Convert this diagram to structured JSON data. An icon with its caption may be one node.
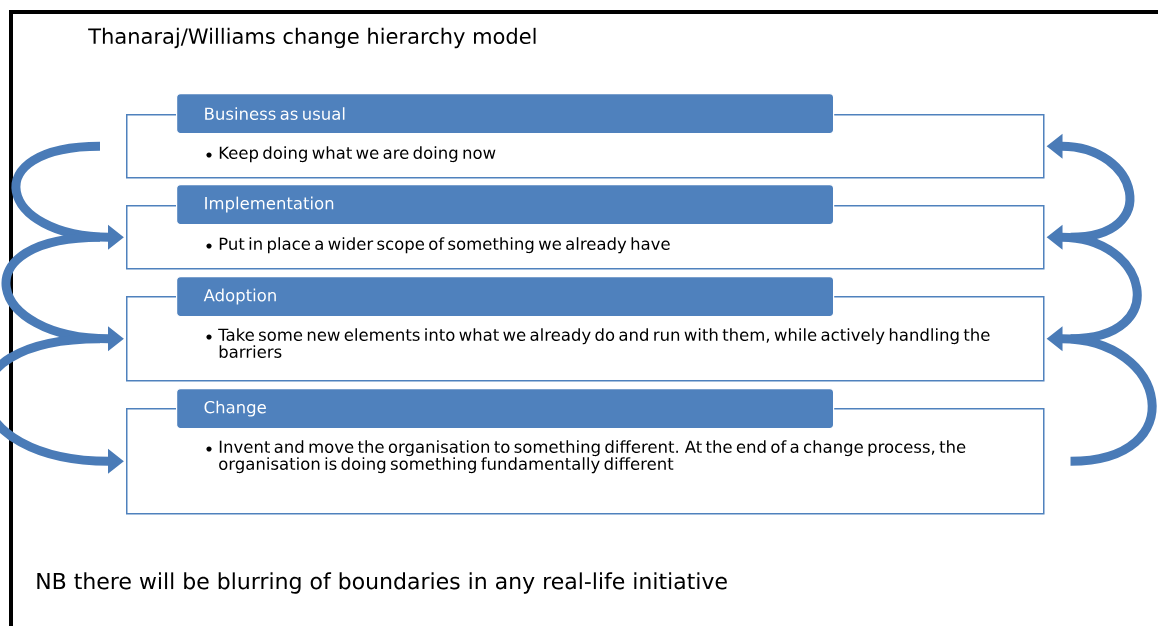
{
  "diagram": {
    "title": "Thanaraj/Williams change hierarchy model",
    "nodes": [
      {
        "text": [
          "Business as usual"
        ]
      },
      {
        "text": [
          "Keep doing what we are doing now"
        ]
      },
      {
        "text": [
          "Implementation"
        ]
      },
      {
        "text": [
          "Put in place a wider scope of something we already have"
        ]
      },
      {
        "text": [
          "Adoption"
        ]
      },
      {
        "text": [
          "Take some new elements into what we already do and run with them, while actively handling the barriers"
        ]
      },
      {
        "text": [
          "Change"
        ]
      },
      {
        "text": [
          "Invent and move the organisation to something different. At the end of a change process, the organisation is doing something fundamentally different"
        ]
      }
    ],
    "edges": [
      {
        "from": 1,
        "to": 3,
        "arrow": "to"
      },
      {
        "from": 3,
        "to": 5,
        "arrow": "to"
      },
      {
        "from": 5,
        "to": 7,
        "arrow": "to"
      },
      {
        "from": 3,
        "to": 1,
        "arrow": "to"
      },
      {
        "from": 5,
        "to": 3,
        "arrow": "to"
      },
      {
        "from": 7,
        "to": 5,
        "arrow": "to"
      }
    ],
    "labels": [
      "NB there will be blurring of boundaries in any real-life initiative"
    ]
  }
}
